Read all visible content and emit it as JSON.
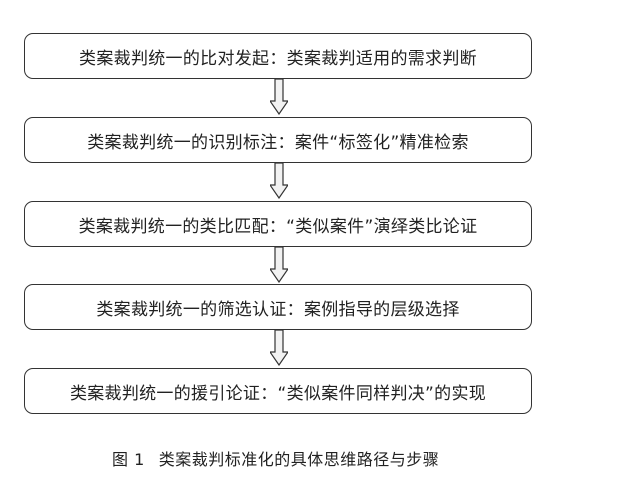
{
  "steps": [
    {
      "label": "类案裁判统一的比对发起：类案裁判适用的需求判断"
    },
    {
      "label": "类案裁判统一的识别标注：案件“标签化”精准检索"
    },
    {
      "label": "类案裁判统一的类比匹配：“类似案件”演绎类比论证"
    },
    {
      "label": "类案裁判统一的筛选认证：案例指导的层级选择"
    },
    {
      "label": "类案裁判统一的援引论证：“类似案件同样判决”的实现"
    }
  ],
  "caption": {
    "figure_number": "图 1",
    "title": "类案裁判标准化的具体思维路径与步骤"
  },
  "colors": {
    "border": "#333333",
    "arrow_fill": "#f2f2f2",
    "text": "#222222"
  }
}
